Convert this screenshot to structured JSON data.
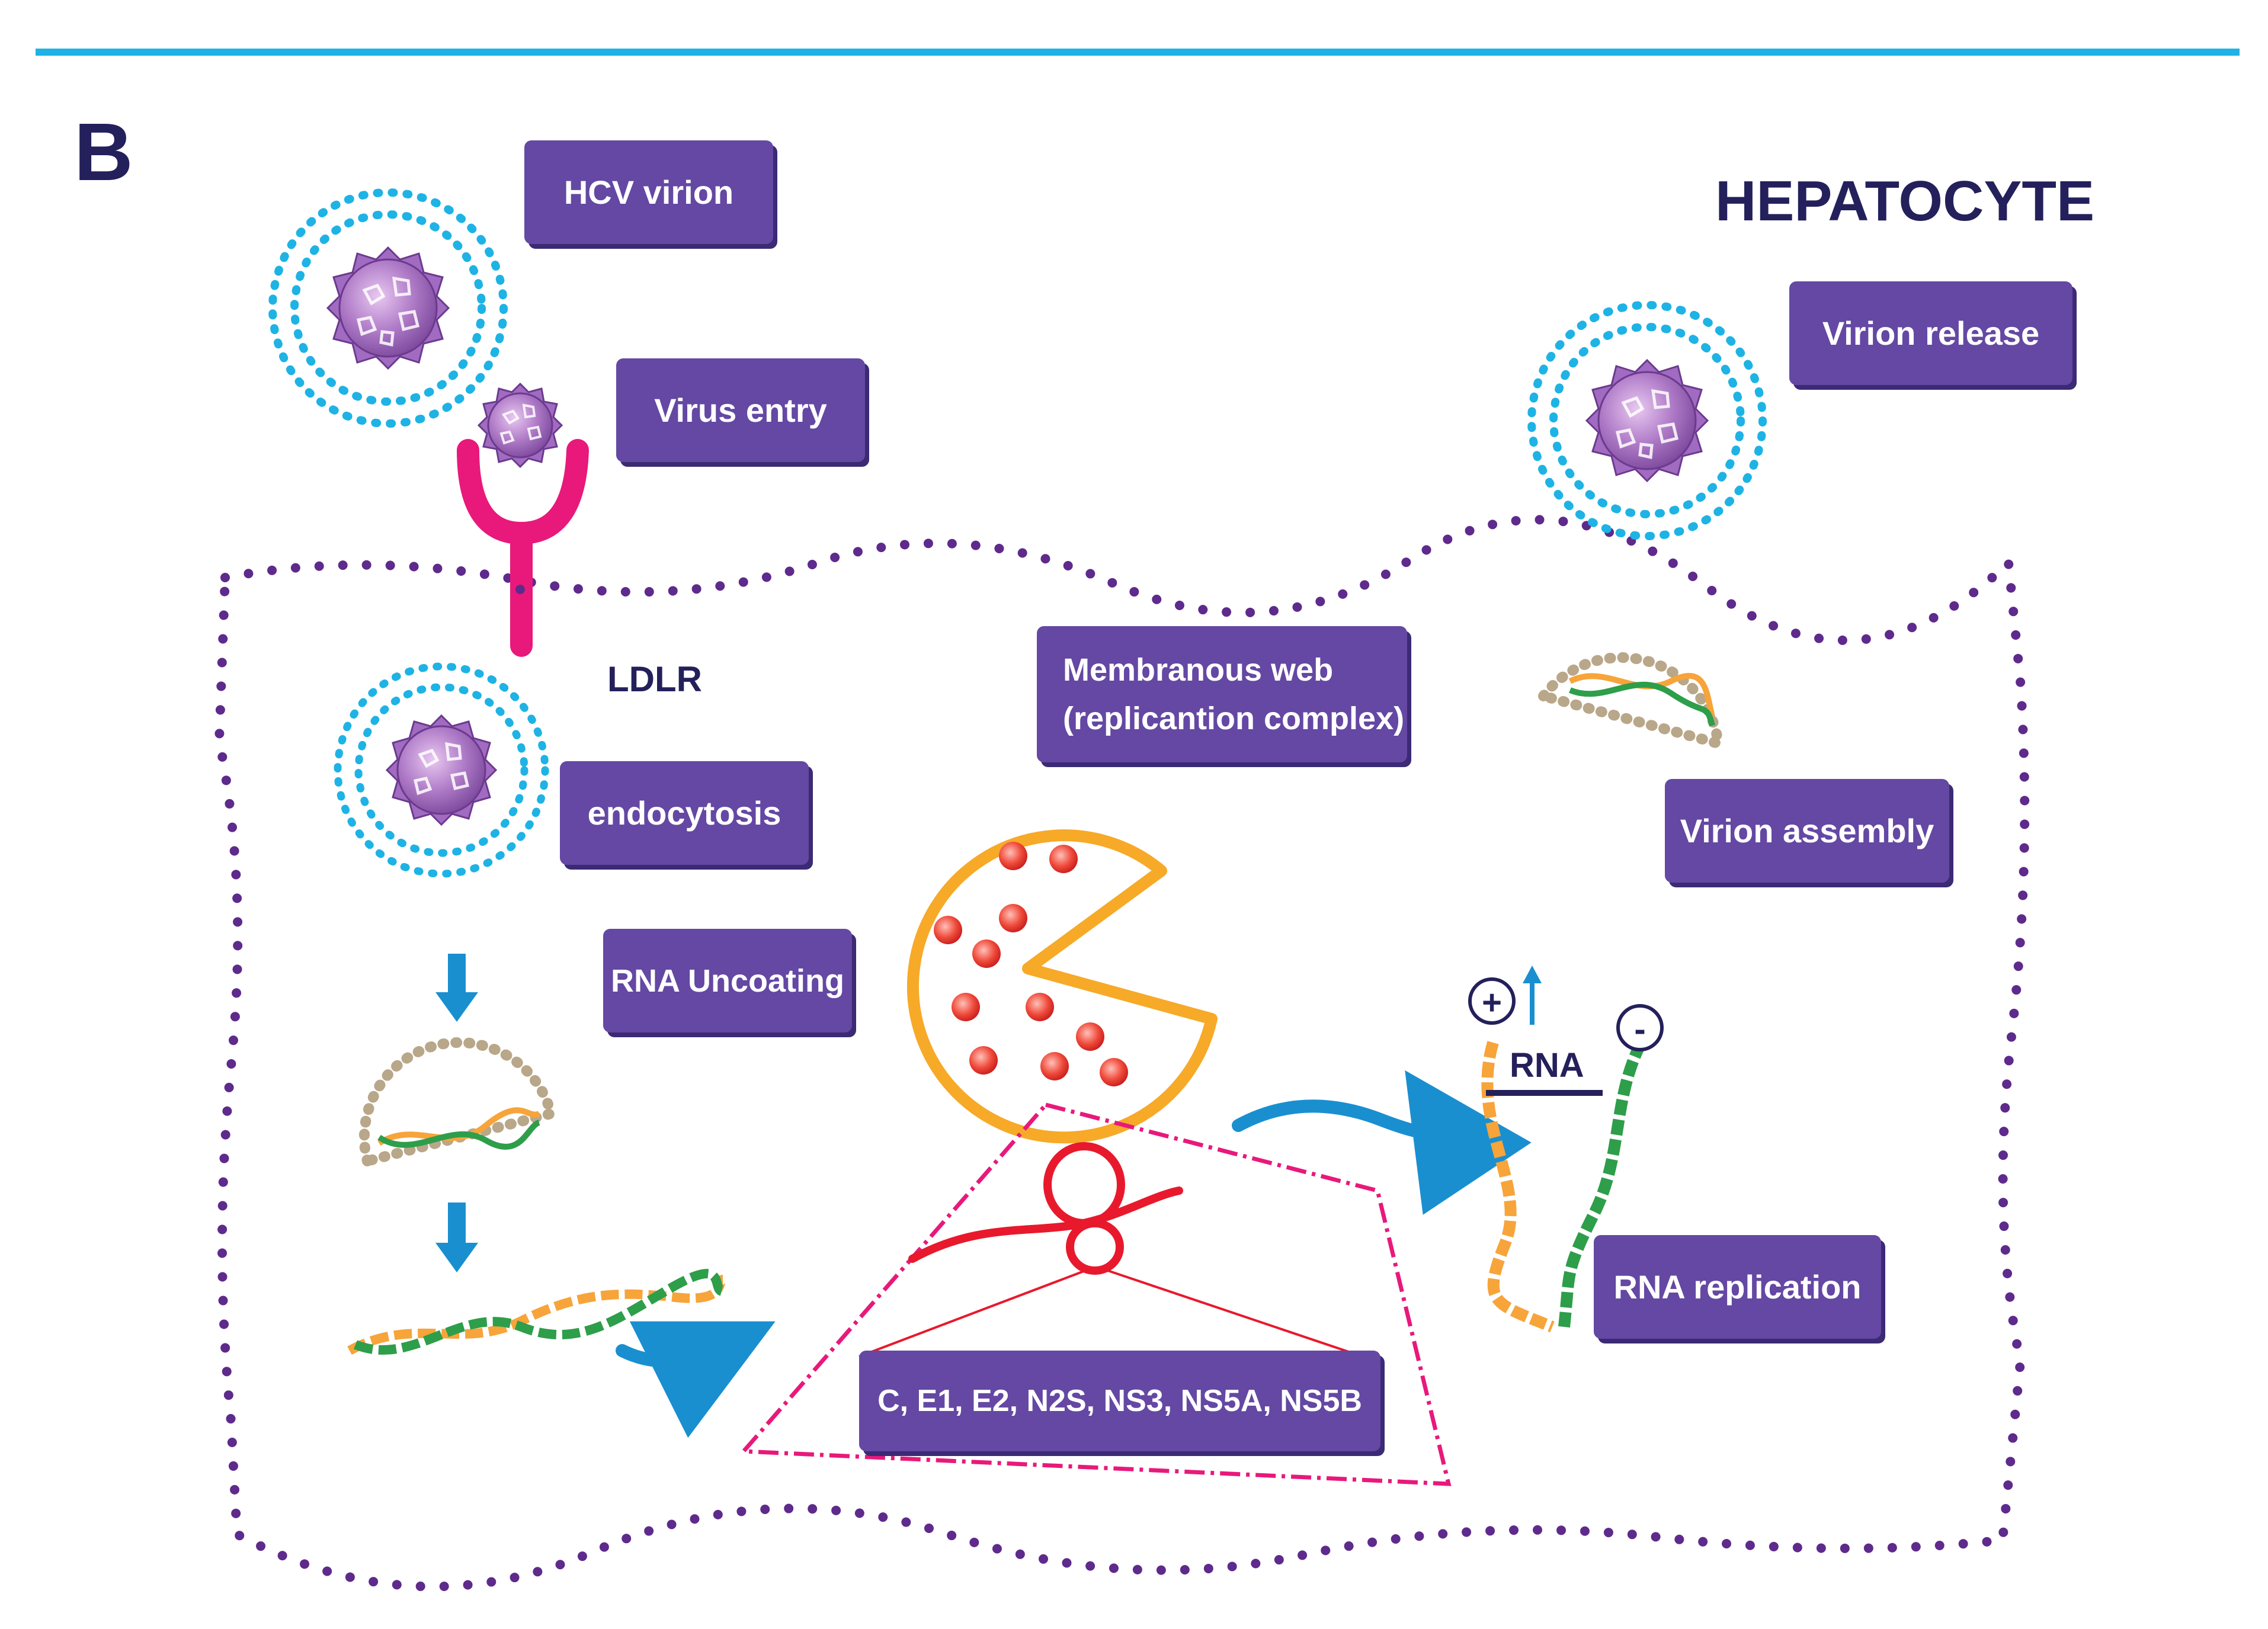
{
  "panel_label": "B",
  "cell_label": "HEPATOCYTE",
  "labels": {
    "hcv_virion": "HCV virion",
    "virus_entry": "Virus entry",
    "virion_release": "Virion  release",
    "ldlr": "LDLR",
    "membranous_web_line1": "Membranous web",
    "membranous_web_line2": "(replicantion complex)",
    "endocytosis": "endocytosis",
    "virion_assembly": "Virion assembly",
    "rna_uncoating": "RNA Uncoating",
    "rna": "RNA",
    "plus_sign": "+",
    "minus_sign": "-",
    "rna_replication": "RNA replication",
    "proteins": "C, E1, E2, N2S, NS3, NS5A, NS5B"
  },
  "colors": {
    "label_box": "#6448a3",
    "label_shadow": "#3b2a74",
    "title": "#24205b",
    "top_rule": "#1eb3e4",
    "cell_membrane_dots": "#5e2a8c",
    "receptor": "#e8197b",
    "virion_envelope": "#1eb3e4",
    "virion_core": "#a06bc0",
    "arrow_blue": "#1a8fd0",
    "replication_complex": "#f7a928",
    "vesicle_dots": "#e83030",
    "polyprotein": "#e8192c",
    "rna_orange": "#f7a43a",
    "rna_green": "#2e9e4a",
    "er_dashed": "#e8197b"
  }
}
